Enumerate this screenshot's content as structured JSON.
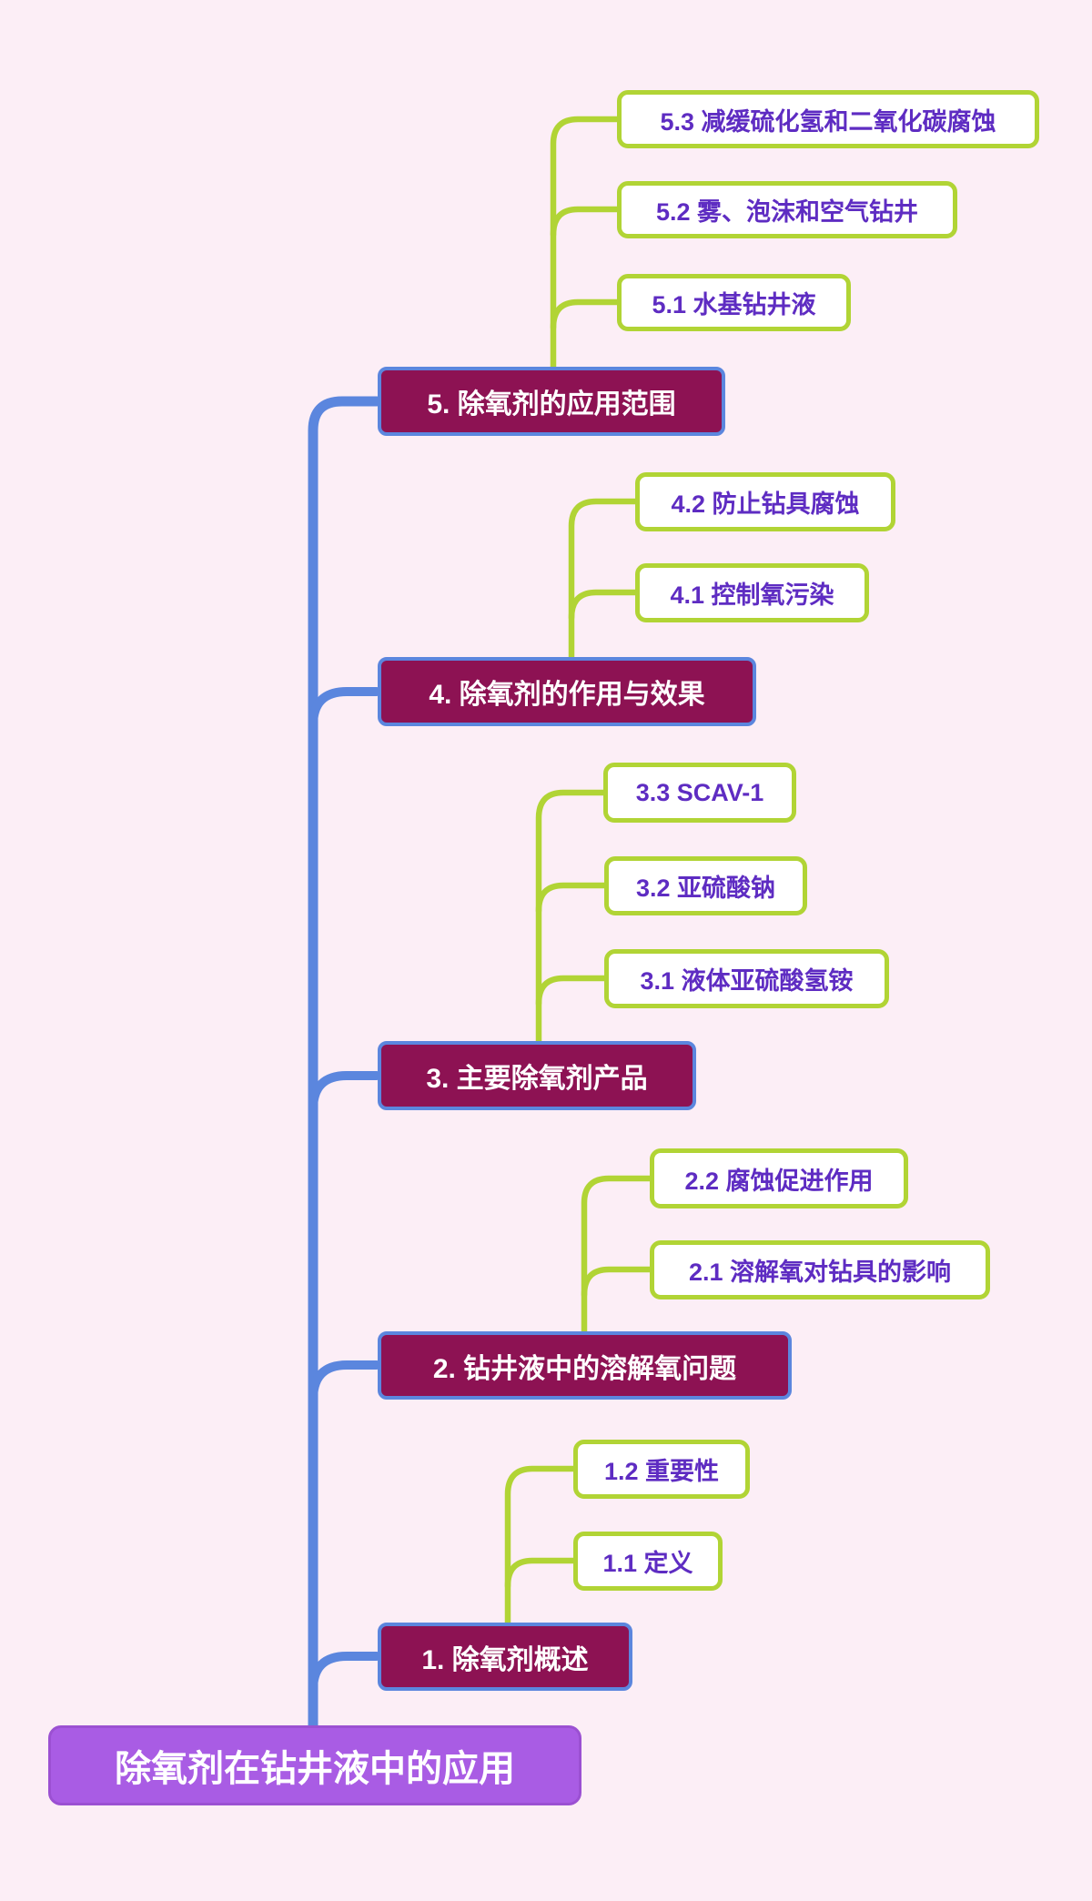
{
  "diagram_type": "mindmap",
  "colors": {
    "background": "#fceef6",
    "trunk_line": "#5b86de",
    "branch_line": "#b1d435",
    "topic_fill": "#8d1253",
    "topic_border": "#5b86de",
    "topic_text": "#ffffff",
    "child_fill": "#ffffff",
    "child_border": "#b1d435",
    "child_text": "#5e2cc2",
    "root_fill": "#a95ce4",
    "root_text": "#ffffff"
  },
  "root": {
    "label": "除氧剂在钻井液中的应用"
  },
  "branches": [
    {
      "label": "1. 除氧剂概述",
      "children": [
        {
          "label": "1.1 定义"
        },
        {
          "label": "1.2 重要性"
        }
      ]
    },
    {
      "label": "2. 钻井液中的溶解氧问题",
      "children": [
        {
          "label": "2.1 溶解氧对钻具的影响"
        },
        {
          "label": "2.2 腐蚀促进作用"
        }
      ]
    },
    {
      "label": "3. 主要除氧剂产品",
      "children": [
        {
          "label": "3.1 液体亚硫酸氢铵"
        },
        {
          "label": "3.2 亚硫酸钠"
        },
        {
          "label": "3.3 SCAV-1"
        }
      ]
    },
    {
      "label": "4. 除氧剂的作用与效果",
      "children": [
        {
          "label": "4.1 控制氧污染"
        },
        {
          "label": "4.2 防止钻具腐蚀"
        }
      ]
    },
    {
      "label": "5. 除氧剂的应用范围",
      "children": [
        {
          "label": "5.1 水基钻井液"
        },
        {
          "label": "5.2 雾、泡沫和空气钻井"
        },
        {
          "label": "5.3 减缓硫化氢和二氧化碳腐蚀"
        }
      ]
    }
  ]
}
